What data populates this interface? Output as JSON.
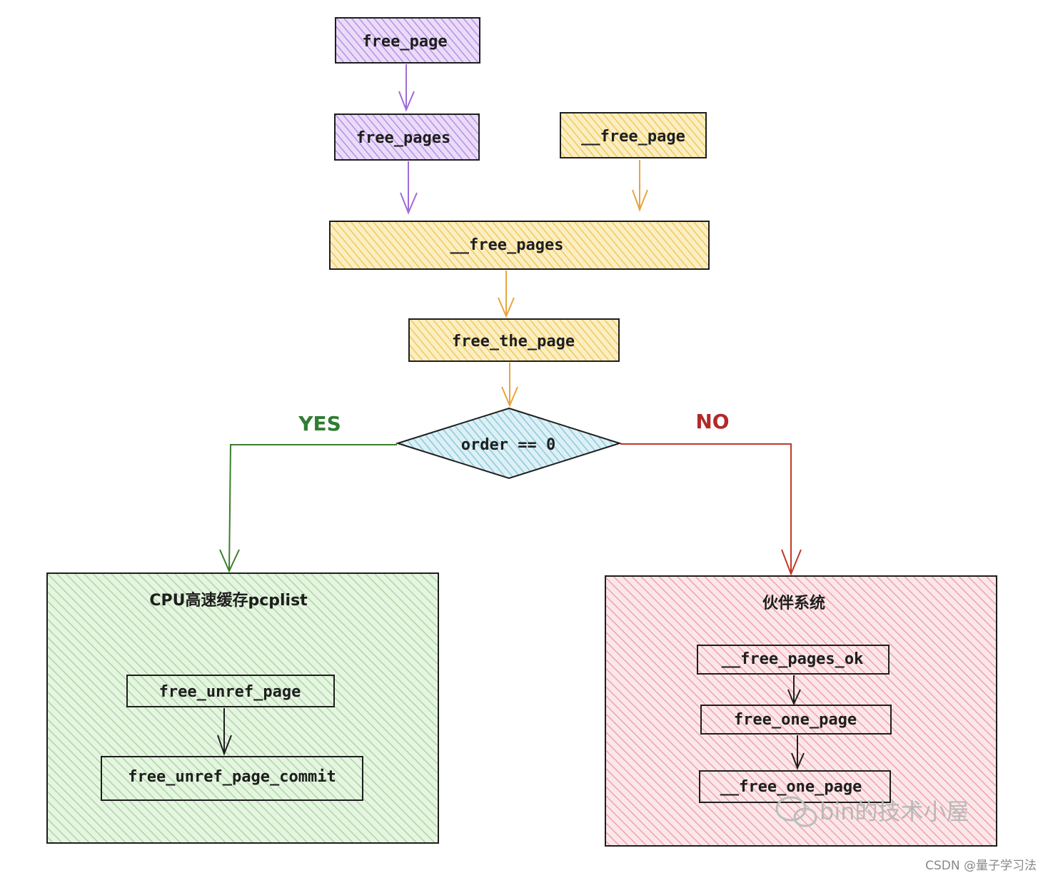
{
  "nodes": {
    "free_page": "free_page",
    "free_pages": "free_pages",
    "__free_page": "__free_page",
    "__free_pages": "__free_pages",
    "free_the_page": "free_the_page",
    "decision": "order == 0"
  },
  "branches": {
    "yes": "YES",
    "no": "NO"
  },
  "pcp_group": {
    "title": "CPU高速缓存pcplist",
    "items": [
      "free_unref_page",
      "free_unref_page_commit"
    ]
  },
  "buddy_group": {
    "title": "伙伴系统",
    "items": [
      "__free_pages_ok",
      "free_one_page",
      "__free_one_page"
    ]
  },
  "watermark": "bin的技术小屋",
  "credit": "CSDN @量子学习法",
  "colors": {
    "purple": "#c9a7ec",
    "yellow": "#f5d77e",
    "blue": "#a9d8e6",
    "green": "#bfe3b8",
    "red": "#f1b7bd",
    "purple_arrow": "#9f6bd8",
    "yellow_arrow": "#e8a53c",
    "green_arrow": "#3b7d2b",
    "red_arrow": "#c0392b",
    "stroke": "#1e1e1e"
  }
}
